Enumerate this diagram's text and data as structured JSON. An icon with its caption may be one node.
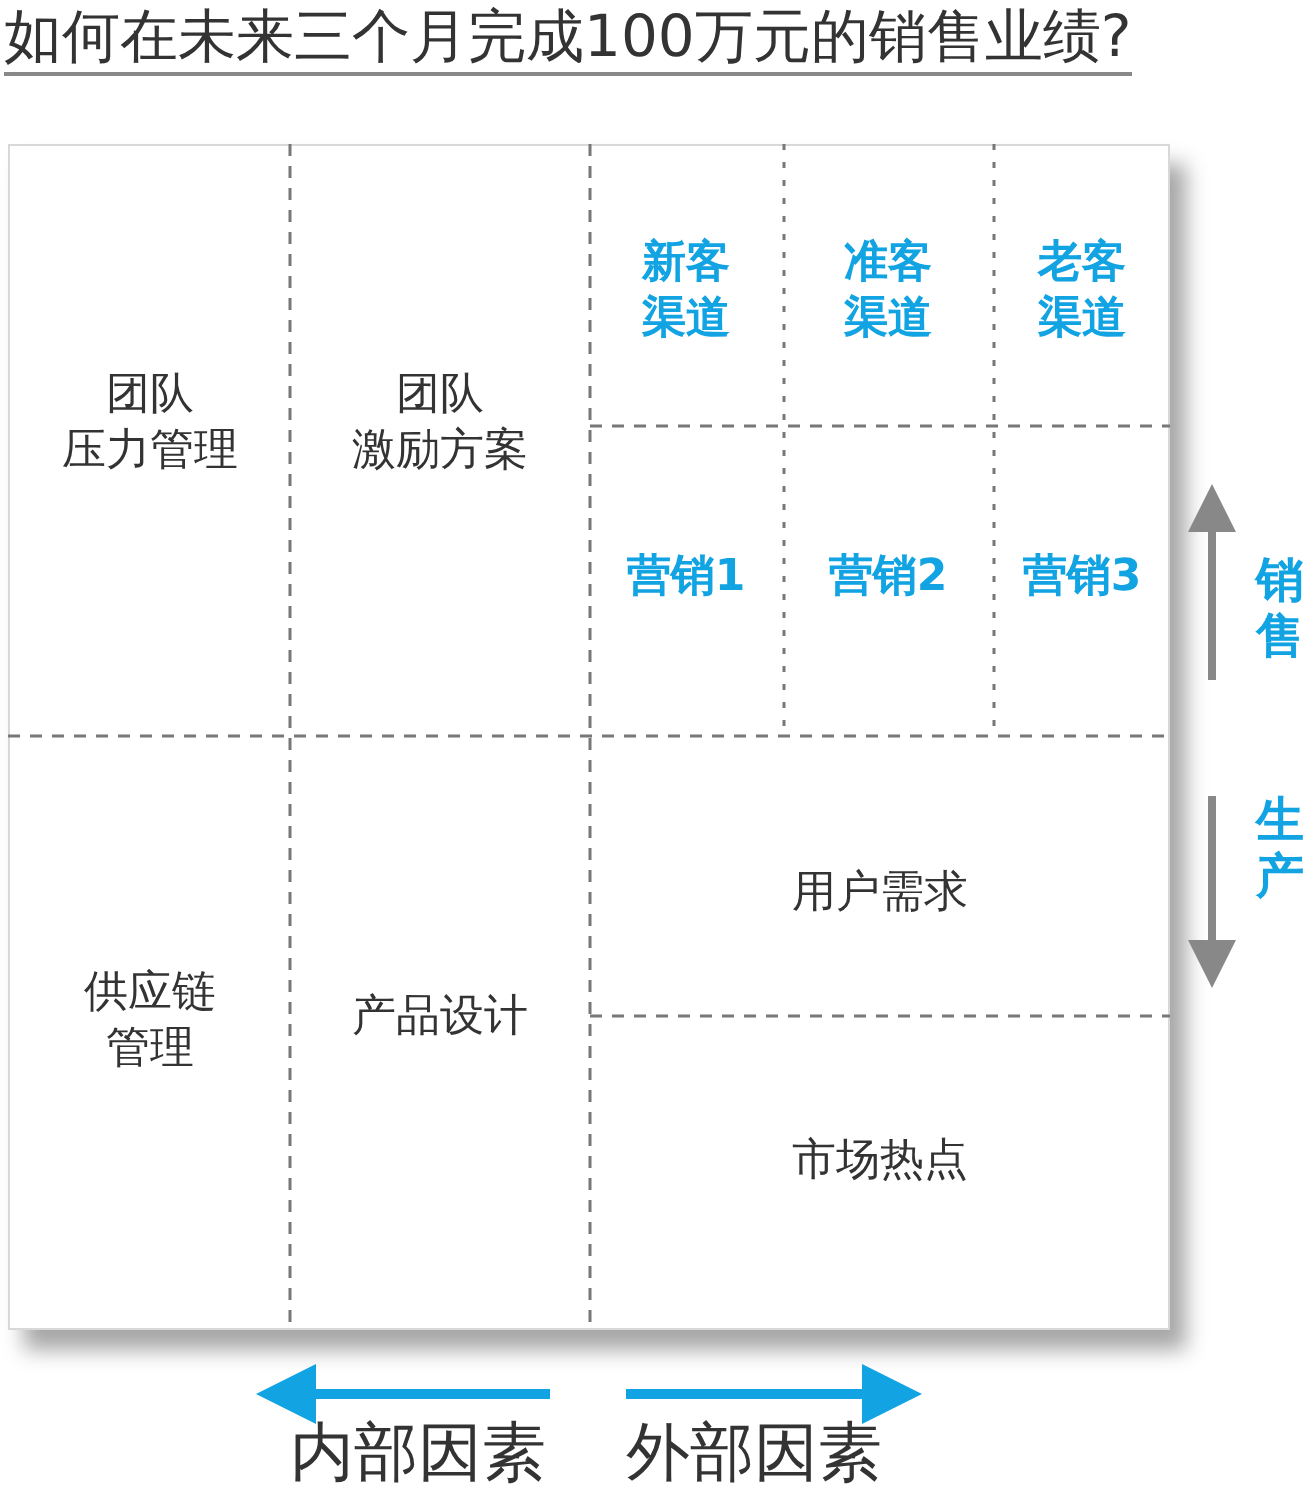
{
  "diagram": {
    "title": "如何在未来三个月完成100万元的销售业绩?",
    "nodes": [
      {
        "text": [
          "团队压力管理"
        ]
      },
      {
        "text": [
          "团队激励方案"
        ]
      },
      {
        "text": [
          "新客渠道"
        ]
      },
      {
        "text": [
          "准客渠道"
        ]
      },
      {
        "text": [
          "老客渠道"
        ]
      },
      {
        "text": [
          "营销1"
        ]
      },
      {
        "text": [
          "营销2"
        ]
      },
      {
        "text": [
          "营销3"
        ]
      },
      {
        "text": [
          "供应链管理"
        ]
      },
      {
        "text": [
          "产品设计"
        ]
      },
      {
        "text": [
          "用户需求"
        ]
      },
      {
        "text": [
          "市场热点"
        ]
      }
    ],
    "labels": [
      "销售",
      "生产",
      "内部因素",
      "外部因素"
    ]
  }
}
